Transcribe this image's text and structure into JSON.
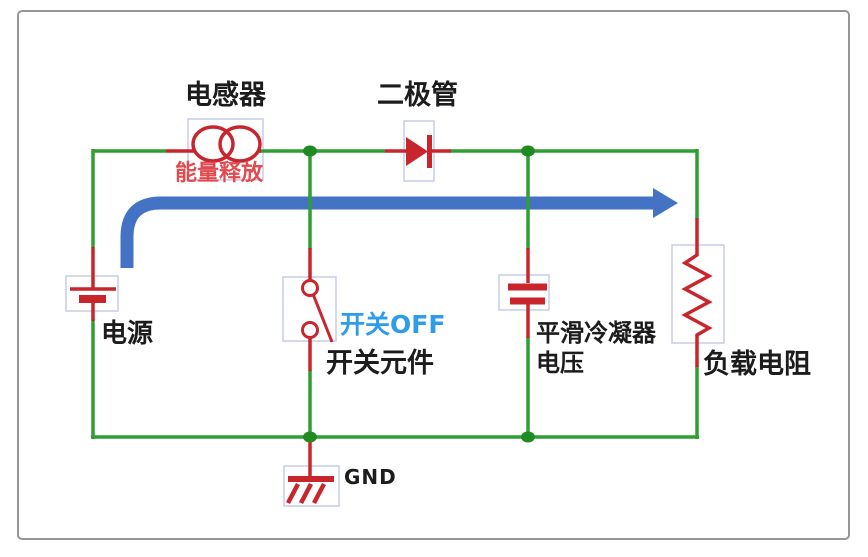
{
  "diagram": {
    "type": "boost-converter-circuit-schematic",
    "labels": {
      "inductor": "电感器",
      "diode": "二极管",
      "energy_release": "能量释放",
      "power_source": "电源",
      "switch_state": "开关OFF",
      "switch_component": "开关元件",
      "capacitor_line1": "平滑冷凝器",
      "capacitor_line2": "电压",
      "load_resistor": "负载电阻",
      "ground": "GND"
    },
    "symbols": [
      {
        "name": "battery-symbol",
        "label": "电源"
      },
      {
        "name": "inductor-coil-symbol",
        "label": "电感器",
        "caption": "能量释放"
      },
      {
        "name": "diode-symbol",
        "label": "二极管"
      },
      {
        "name": "open-switch-symbol",
        "label": "开关元件",
        "state": "开关OFF"
      },
      {
        "name": "capacitor-symbol",
        "label": "平滑冷凝器 电压"
      },
      {
        "name": "resistor-zigzag-symbol",
        "label": "负载电阻"
      },
      {
        "name": "ground-symbol",
        "label": "GND"
      },
      {
        "name": "current-flow-arrow",
        "direction": "left-to-right"
      }
    ],
    "colors": {
      "wire_green": "#2f9e33",
      "junction_green": "#1f8b22",
      "component_red": "#c9252d",
      "flow_arrow_blue": "#4472c4",
      "switch_state_text_blue": "#2d9ce9",
      "energy_text_red": "#e14b50",
      "label_text_black": "#1c1c1c",
      "component_box_outline": "#c9cce9",
      "frame_border_gray": "#969696"
    }
  }
}
